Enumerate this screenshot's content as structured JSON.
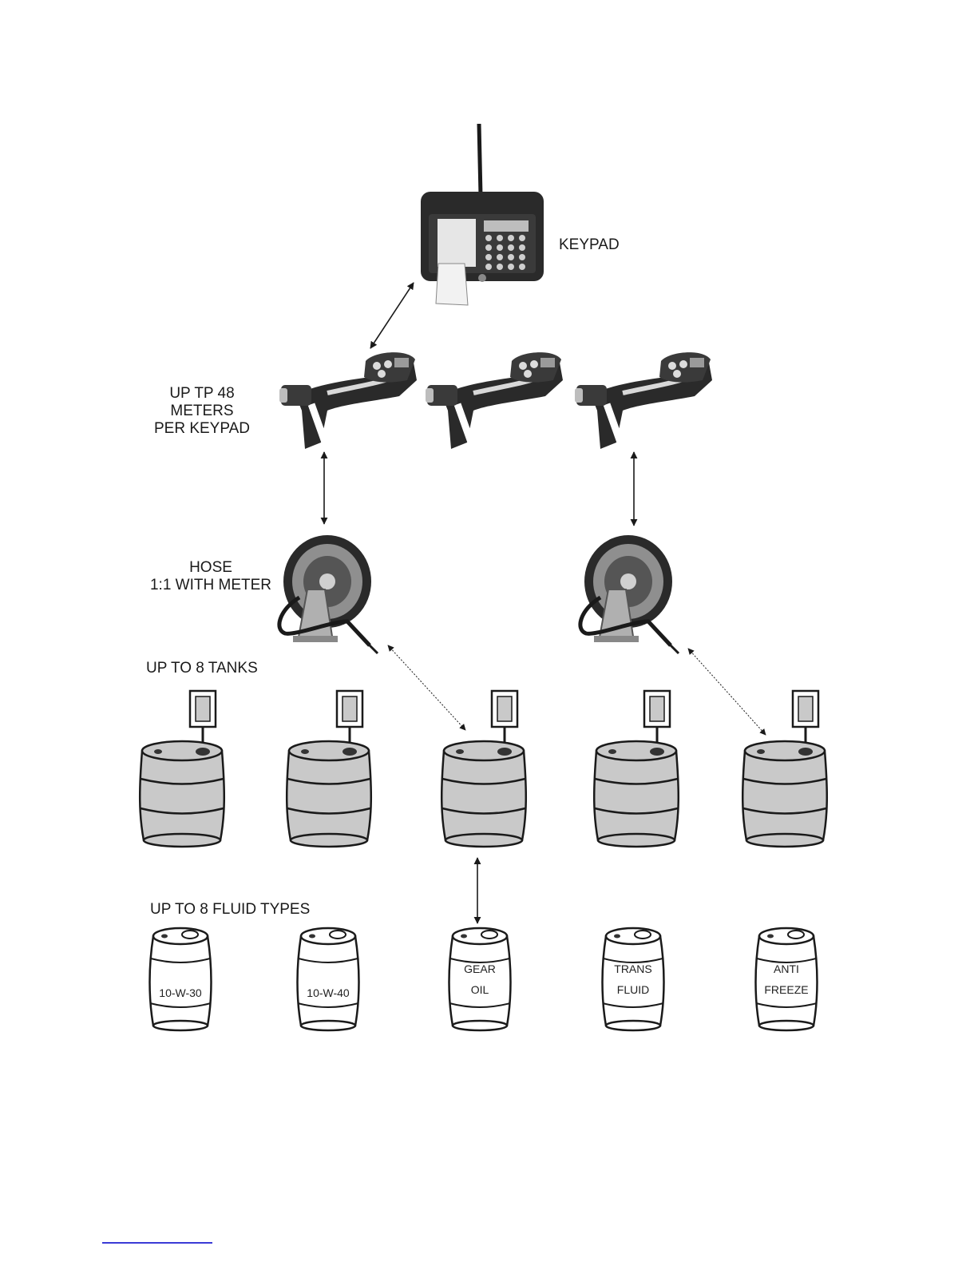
{
  "labels": {
    "keypad": "KEYPAD",
    "meters": [
      "UP TP 48",
      "METERS",
      "PER KEYPAD"
    ],
    "hose": [
      "HOSE",
      "1:1 WITH METER"
    ],
    "tanks": "UP TO 8 TANKS",
    "fluids": "UP TO 8 FLUID TYPES"
  },
  "fluid_drums": [
    {
      "lines": [
        "10-W-30"
      ]
    },
    {
      "lines": [
        "10-W-40"
      ]
    },
    {
      "lines": [
        "GEAR",
        "OIL"
      ]
    },
    {
      "lines": [
        "TRANS",
        "FLUID"
      ]
    },
    {
      "lines": [
        "ANTI",
        "FREEZE"
      ]
    }
  ],
  "tank_count_shown": 5,
  "meter_count_shown": 3,
  "hose_count_shown": 2,
  "colors": {
    "device_dark": "#2a2a2a",
    "drum_fill": "#c9c9c9",
    "line": "#1a1a1a",
    "footer_link": "#3b3bd6"
  }
}
